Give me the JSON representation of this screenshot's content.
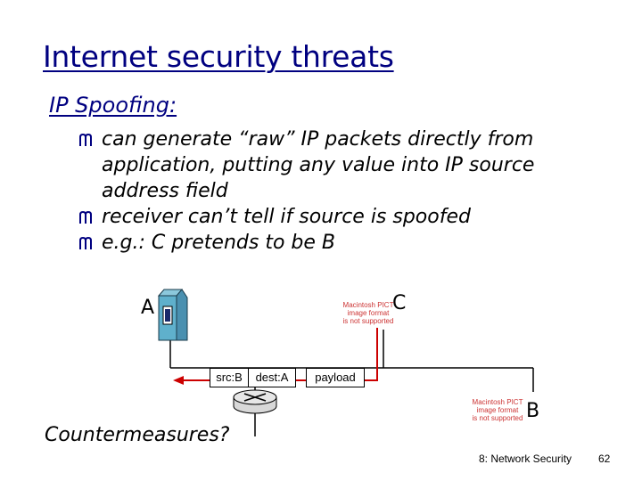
{
  "slide": {
    "title": "Internet security threats",
    "subtitle": "IP Spoofing:",
    "bullets": [
      "can generate “raw” IP packets directly from application, putting any value into IP source address field",
      "receiver can’t tell if source is spoofed",
      "e.g.: C pretends to be B"
    ],
    "countermeasures": "Countermeasures?",
    "footer": {
      "left": "8: Network Security",
      "page": "62"
    }
  },
  "diagram": {
    "host_a_label": "A",
    "host_c_label": "C",
    "host_b_label": "B",
    "pict_placeholder": [
      "Macintosh PICT",
      "image format",
      "is not supported"
    ],
    "packet": {
      "src": "src:B",
      "dest": "dest:A",
      "payload": "payload"
    }
  },
  "colors": {
    "title": "#000080",
    "bullet_marker": "#000080",
    "spoof_arrow": "#cc0000",
    "wire": "#000000"
  }
}
